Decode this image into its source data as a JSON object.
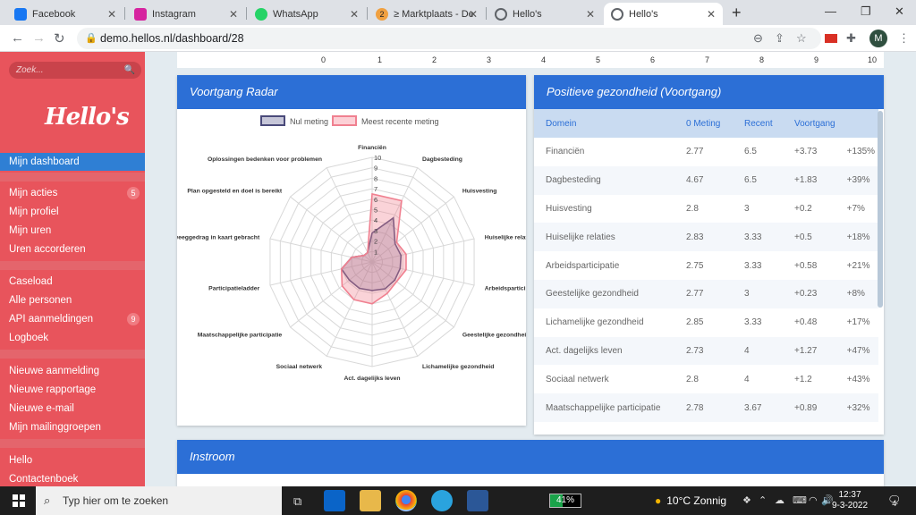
{
  "browser": {
    "tabs": [
      {
        "label": "Facebook",
        "color": "#1877f2"
      },
      {
        "label": "Instagram",
        "color": "#d6249f"
      },
      {
        "label": "WhatsApp",
        "color": "#25d366"
      },
      {
        "label": "≥ Marktplaats - De",
        "color": "#f0a040"
      },
      {
        "label": "Hello's",
        "color": "#5f6368"
      },
      {
        "label": "Hello's",
        "color": "#5f6368"
      }
    ],
    "marketplace_badge": "2",
    "url": "demo.hellos.nl/dashboard/28",
    "profile_initial": "M"
  },
  "sidebar": {
    "search_placeholder": "Zoek...",
    "logo": "Hello's",
    "groups": [
      [
        {
          "label": "Mijn dashboard",
          "active": true
        }
      ],
      [
        {
          "label": "Mijn acties",
          "badge": "5"
        },
        {
          "label": "Mijn profiel"
        },
        {
          "label": "Mijn uren"
        },
        {
          "label": "Uren accorderen"
        }
      ],
      [
        {
          "label": "Caseload"
        },
        {
          "label": "Alle personen"
        },
        {
          "label": "API aanmeldingen",
          "badge": "9"
        },
        {
          "label": "Logboek"
        }
      ],
      [
        {
          "label": "Nieuwe aanmelding"
        },
        {
          "label": "Nieuwe rapportage"
        },
        {
          "label": "Nieuwe e-mail"
        },
        {
          "label": "Mijn mailinggroepen"
        }
      ],
      [
        {
          "label": "Hello"
        },
        {
          "label": "Contactenboek"
        }
      ]
    ]
  },
  "top_axis_ticks": [
    "0",
    "1",
    "2",
    "3",
    "4",
    "5",
    "6",
    "7",
    "8",
    "9",
    "10"
  ],
  "radar_panel": {
    "title": "Voortgang Radar",
    "legend": [
      "Nul meting",
      "Meest recente meting"
    ],
    "colors": {
      "nul": "#4a4a7a",
      "recent": "#f08090"
    }
  },
  "chart_data": {
    "type": "radar",
    "categories": [
      "Financiën",
      "Dagbesteding",
      "Huisvesting",
      "Huiselijke relaties",
      "Arbeidsparticipatie",
      "Geestelijke gezondheid",
      "Lichamelijke gezondheid",
      "Act. dagelijks leven",
      "Sociaal netwerk",
      "Maatschappelijke participatie",
      "Participatieladder",
      "Beweeggedrag in kaart gebracht",
      "Plan opgesteld en doel is bereikt",
      "Oplossingen bedenken voor problemen"
    ],
    "series": [
      {
        "name": "Nul meting",
        "values": [
          2.77,
          4.67,
          2.8,
          2.83,
          2.75,
          2.77,
          2.85,
          2.73,
          2.8,
          2.78,
          3,
          2,
          1,
          1
        ]
      },
      {
        "name": "Meest recente meting",
        "values": [
          6.5,
          6.5,
          3,
          3.33,
          3.33,
          3,
          3.33,
          4,
          4,
          3.67,
          3,
          2,
          1,
          1
        ]
      }
    ],
    "rlim": [
      0,
      10
    ],
    "r_ticks": [
      "1",
      "2",
      "3",
      "4",
      "5",
      "6",
      "7",
      "8",
      "9",
      "10"
    ],
    "legend_position": "top"
  },
  "table_panel": {
    "title": "Positieve gezondheid (Voortgang)",
    "headers": [
      "Domein",
      "0 Meting",
      "Recent",
      "Voortgang",
      ""
    ],
    "rows": [
      [
        "Financiën",
        "2.77",
        "6.5",
        "+3.73",
        "+135%"
      ],
      [
        "Dagbesteding",
        "4.67",
        "6.5",
        "+1.83",
        "+39%"
      ],
      [
        "Huisvesting",
        "2.8",
        "3",
        "+0.2",
        "+7%"
      ],
      [
        "Huiselijke relaties",
        "2.83",
        "3.33",
        "+0.5",
        "+18%"
      ],
      [
        "Arbeidsparticipatie",
        "2.75",
        "3.33",
        "+0.58",
        "+21%"
      ],
      [
        "Geestelijke gezondheid",
        "2.77",
        "3",
        "+0.23",
        "+8%"
      ],
      [
        "Lichamelijke gezondheid",
        "2.85",
        "3.33",
        "+0.48",
        "+17%"
      ],
      [
        "Act. dagelijks leven",
        "2.73",
        "4",
        "+1.27",
        "+47%"
      ],
      [
        "Sociaal netwerk",
        "2.8",
        "4",
        "+1.2",
        "+43%"
      ],
      [
        "Maatschappelijke participatie",
        "2.78",
        "3.67",
        "+0.89",
        "+32%"
      ]
    ]
  },
  "instroom_panel": {
    "title": "Instroom"
  },
  "taskbar": {
    "search_placeholder": "Typ hier om te zoeken",
    "battery": "41%",
    "battery_level": 0.41,
    "weather": "10°C  Zonnig",
    "time": "12:37",
    "date": "9-3-2022",
    "notifications": "4"
  }
}
